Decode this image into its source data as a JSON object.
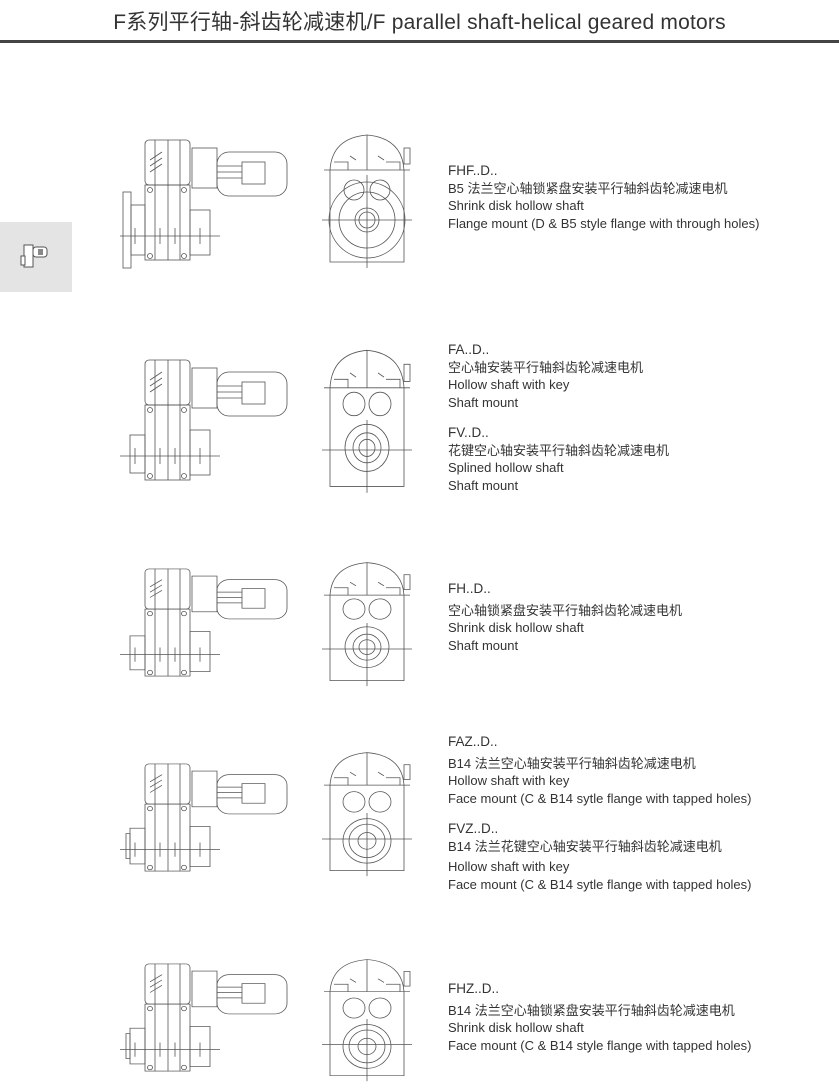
{
  "header": {
    "title": "F系列平行轴-斜齿轮减速机/F parallel shaft-helical geared motors"
  },
  "side_tab": {
    "icon": "gear-motor-icon"
  },
  "items": [
    {
      "blocks": [
        {
          "code": "FHF..D..",
          "cn": "B5 法兰空心轴锁紧盘安装平行轴斜齿轮减速电机",
          "line1": "Shrink disk hollow shaft",
          "line2": "Flange mount (D & B5 style flange with through holes)"
        }
      ]
    },
    {
      "blocks": [
        {
          "code": "FA..D..",
          "cn": "空心轴安装平行轴斜齿轮减速电机",
          "line1": "Hollow shaft with key",
          "line2": "Shaft mount"
        },
        {
          "code": "FV..D..",
          "cn": "花键空心轴安装平行轴斜齿轮减速电机",
          "line1": "Splined hollow shaft",
          "line2": "Shaft mount"
        }
      ]
    },
    {
      "blocks": [
        {
          "code": "FH..D..",
          "cn": "空心轴锁紧盘安装平行轴斜齿轮减速电机",
          "line1": "Shrink disk hollow shaft",
          "line2": "Shaft mount"
        }
      ]
    },
    {
      "blocks": [
        {
          "code": "FAZ..D..",
          "cn": "B14 法兰空心轴安装平行轴斜齿轮减速电机",
          "line1": "Hollow shaft with key",
          "line2": "Face mount (C & B14 sytle flange with tapped holes)"
        },
        {
          "code": "FVZ..D..",
          "cn": "B14 法兰花键空心轴安装平行轴斜齿轮减速电机",
          "line1": "Hollow shaft with key",
          "line2": "Face mount (C & B14 sytle flange with tapped holes)"
        }
      ]
    },
    {
      "blocks": [
        {
          "code": "FHZ..D..",
          "cn": "B14 法兰空心轴锁紧盘安装平行轴斜齿轮减速电机",
          "line1": "Shrink disk hollow shaft",
          "line2": "Face mount (C & B14 style flange with tapped holes)"
        }
      ]
    }
  ]
}
